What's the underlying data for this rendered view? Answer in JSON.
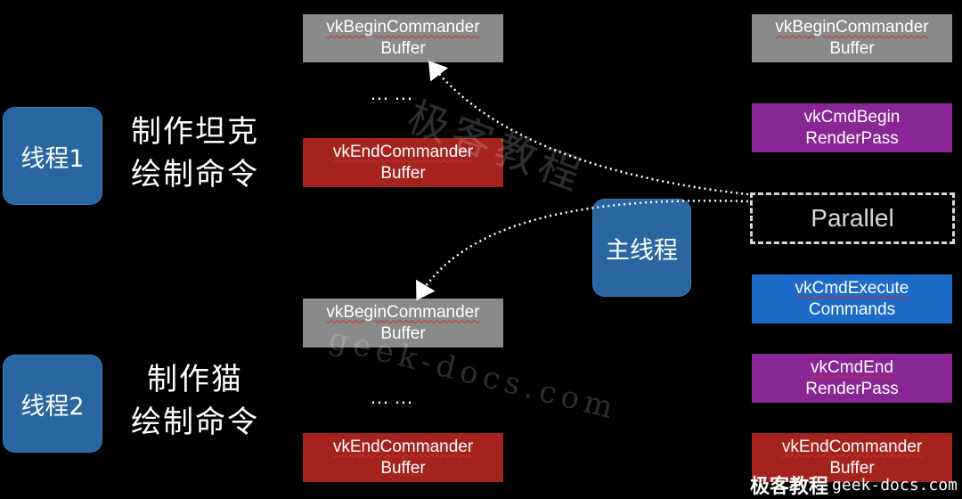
{
  "left": {
    "thread1": {
      "label": "线程1",
      "task_line1": "制作坦克",
      "task_line2": "绘制命令"
    },
    "thread2": {
      "label": "线程2",
      "task_line1": "制作猫",
      "task_line2": "绘制命令"
    }
  },
  "middle": {
    "top_begin": {
      "line1": "vkBeginCommander",
      "line2": "Buffer"
    },
    "top_ellipsis": "……",
    "top_end": {
      "line1": "vkEndCommander",
      "line2": "Buffer"
    },
    "bottom_begin": {
      "line1": "vkBeginCommander",
      "line2": "Buffer"
    },
    "bottom_ellipsis": "……",
    "bottom_end": {
      "line1": "vkEndCommander",
      "line2": "Buffer"
    }
  },
  "main_thread": {
    "label": "主线程"
  },
  "right": {
    "begin": {
      "line1": "vkBeginCommander",
      "line2": "Buffer"
    },
    "begin_render_pass": {
      "line1": "vkCmdBegin",
      "line2": "RenderPass"
    },
    "parallel": "Parallel",
    "execute": {
      "line1": "vkCmdExecute",
      "line2": "Commands"
    },
    "end_render_pass": {
      "line1": "vkCmdEnd",
      "line2": "RenderPass"
    },
    "end": {
      "line1": "vkEndCommander",
      "line2": "Buffer"
    }
  },
  "watermark": {
    "text1": "极客教程",
    "text2": "geek-docs.com"
  },
  "footer": {
    "brand": "极客教程",
    "url": "geek-docs.com"
  },
  "colors": {
    "gray": "#8a8a8a",
    "red": "#a5231e",
    "purple": "#8a2596",
    "blue": "#1d6bc8",
    "thread": "#2a67a2",
    "background": "#000000"
  }
}
